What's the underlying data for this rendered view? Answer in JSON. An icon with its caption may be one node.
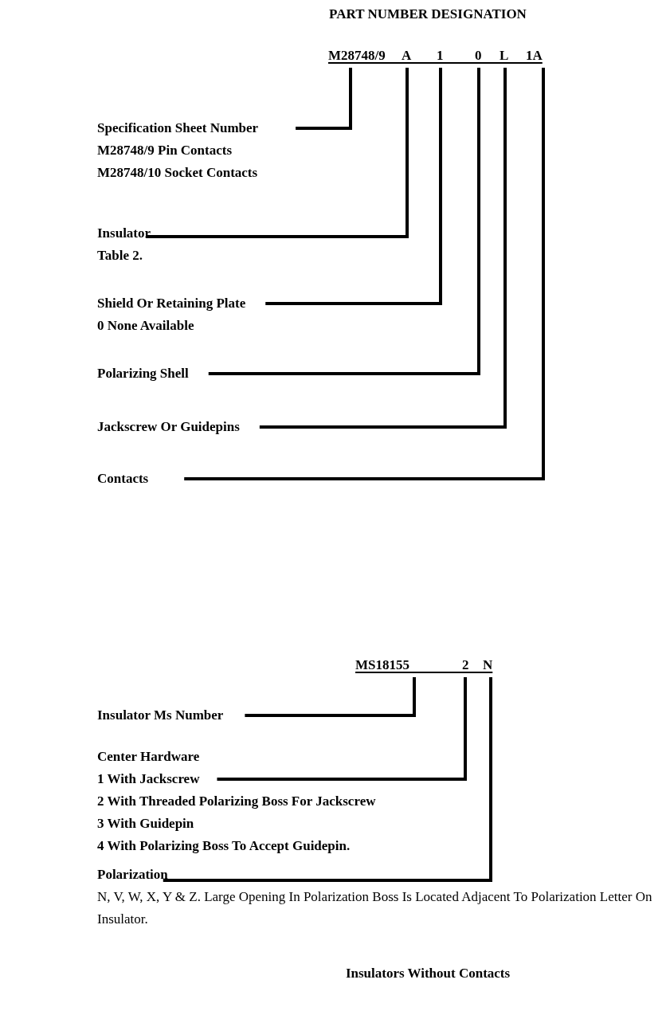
{
  "diagram": {
    "title": "PART NUMBER DESIGNATION",
    "caption": "Insulators Without Contacts",
    "nodes": [
      {
        "text": [
          "M28748/9"
        ]
      },
      {
        "text": [
          "A"
        ]
      },
      {
        "text": [
          "1"
        ]
      },
      {
        "text": [
          "0"
        ]
      },
      {
        "text": [
          "L"
        ]
      },
      {
        "text": [
          "1A"
        ]
      },
      {
        "text": [
          "Specification Sheet Number",
          "M28748/9 Pin Contacts",
          "M28748/10 Socket Contacts"
        ]
      },
      {
        "text": [
          "Insulator",
          "Table 2."
        ]
      },
      {
        "text": [
          "Shield Or Retaining Plate",
          "0 None Available"
        ]
      },
      {
        "text": [
          "Polarizing Shell"
        ]
      },
      {
        "text": [
          "Jackscrew Or Guidepins"
        ]
      },
      {
        "text": [
          "Contacts"
        ]
      },
      {
        "text": [
          "MS18155"
        ]
      },
      {
        "text": [
          "2"
        ]
      },
      {
        "text": [
          "N"
        ]
      },
      {
        "text": [
          "Insulator Ms Number"
        ]
      },
      {
        "text": [
          "Center Hardware",
          "1 With Jackscrew",
          "2 With Threaded Polarizing Boss For Jackscrew",
          "3 With Guidepin",
          "4 With Polarizing Boss To Accept Guidepin."
        ]
      },
      {
        "text": [
          "Polarization"
        ],
        "beside": [
          "N, V, W, X, Y & Z. Large Opening In Polarization Boss Is Located Adjacent To Polarization Letter On Insulator."
        ]
      }
    ],
    "edges": [
      {
        "from": 6,
        "to": 0,
        "arrow": "none"
      },
      {
        "from": 7,
        "to": 1,
        "arrow": "none"
      },
      {
        "from": 8,
        "to": 2,
        "arrow": "none"
      },
      {
        "from": 9,
        "to": 3,
        "arrow": "none"
      },
      {
        "from": 10,
        "to": 4,
        "arrow": "none"
      },
      {
        "from": 11,
        "to": 5,
        "arrow": "none"
      },
      {
        "from": 15,
        "to": 12,
        "arrow": "none"
      },
      {
        "from": 16,
        "to": 13,
        "arrow": "none"
      },
      {
        "from": 17,
        "to": 14,
        "arrow": "none"
      }
    ]
  }
}
